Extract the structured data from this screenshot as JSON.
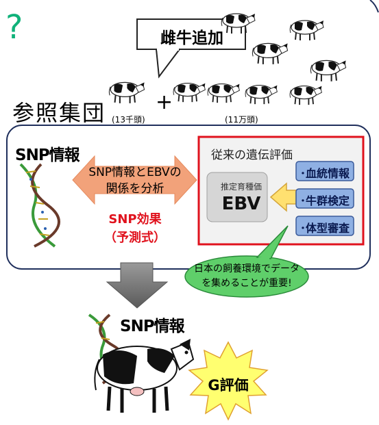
{
  "question_mark": "?",
  "callout_label": "雌牛追加",
  "reference_group": {
    "title": "参照集団",
    "plus": "+",
    "left_count": "(13千頭)",
    "right_count": "(11万頭)"
  },
  "panel": {
    "title": "SNP情報",
    "arrow_text_line1": "SNP情報とEBVの",
    "arrow_text_line2": "関係を分析",
    "effect_line1": "SNP効果",
    "effect_line2": "（予測式）",
    "traditional": {
      "title": "従来の遺伝評価",
      "ebv_label": "推定育種価",
      "ebv_value": "EBV",
      "items": [
        "･血統情報",
        "･牛群検定",
        "･体型審査"
      ]
    },
    "green_callout_line1": "日本の飼養環境でデータ",
    "green_callout_line2": "を集めることが重要!"
  },
  "bottom": {
    "snp_label": "SNP情報",
    "g_label": "G評価"
  },
  "colors": {
    "panel_border": "#1f2f5c",
    "trad_border": "#e0121d",
    "arrow_fill": "#f2a27a",
    "effect_text": "#e0121d",
    "item_fill": "#8fb0e3",
    "green_callout": "#5fcf6a",
    "starburst_fill": "#ffff70",
    "down_arrow": "#7a7a7a",
    "question_mark": "#10b27a"
  }
}
